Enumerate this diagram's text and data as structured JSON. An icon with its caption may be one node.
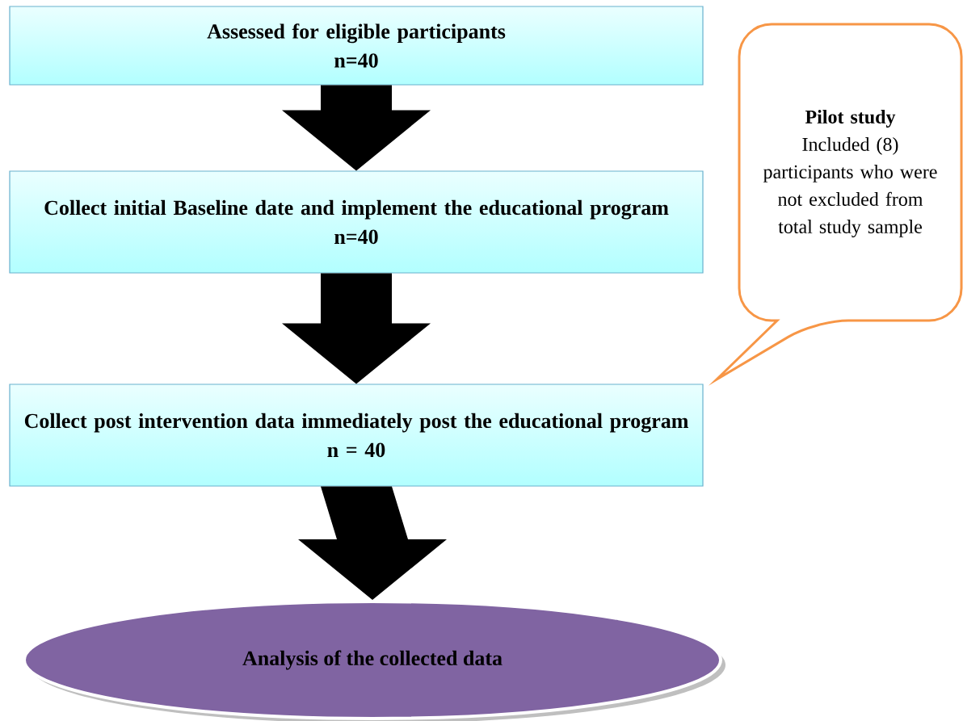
{
  "diagram": {
    "nodes": [
      {
        "text": [
          "Assessed for eligible participants",
          "n=40"
        ]
      },
      {
        "text": [
          "Collect initial Baseline date and implement the educational program",
          "n=40"
        ]
      },
      {
        "text": [
          "Collect post intervention data immediately post the educational program",
          "n = 40"
        ]
      },
      {
        "text": [
          "Analysis of the collected data"
        ]
      },
      {
        "text": [
          "Pilot study",
          "Included (8) participants who were not excluded from total study sample"
        ]
      }
    ],
    "edges": [
      {
        "from": 0,
        "to": 1,
        "arrow": "to"
      },
      {
        "from": 1,
        "to": 2,
        "arrow": "to"
      },
      {
        "from": 2,
        "to": 3,
        "arrow": "to"
      }
    ]
  }
}
